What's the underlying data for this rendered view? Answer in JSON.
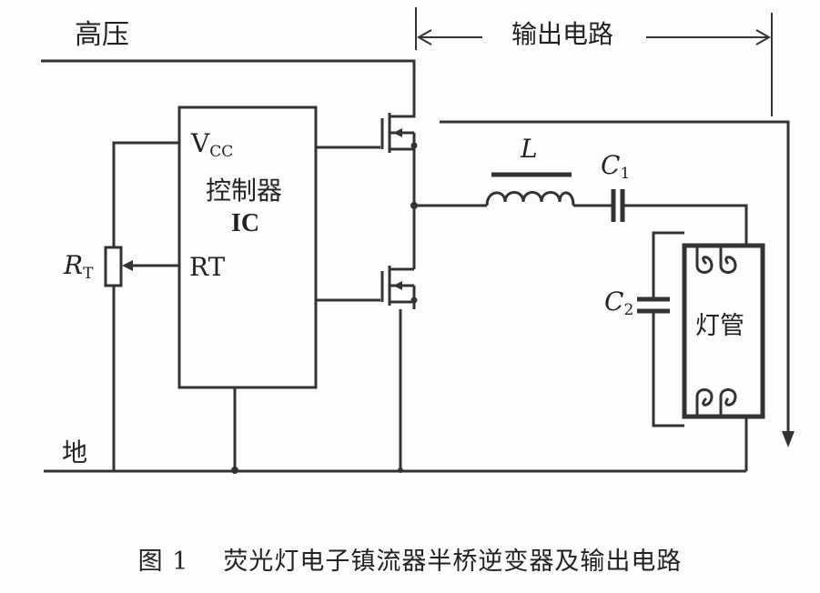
{
  "labels": {
    "high_voltage": "高压",
    "output_circuit": "输出电路",
    "ground": "地",
    "vcc_main": "V",
    "vcc_sub": "CC",
    "controller": "控制器",
    "ic": "IC",
    "rt": "RT",
    "resistor_main": "R",
    "resistor_sub": "T",
    "inductor": "L",
    "c1_main": "C",
    "c1_sub": "1",
    "c2_main": "C",
    "c2_sub": "2",
    "lamp": "灯管"
  },
  "caption": {
    "number": "图 1",
    "text": "荧光灯电子镇流器半桥逆变器及输出电路"
  }
}
